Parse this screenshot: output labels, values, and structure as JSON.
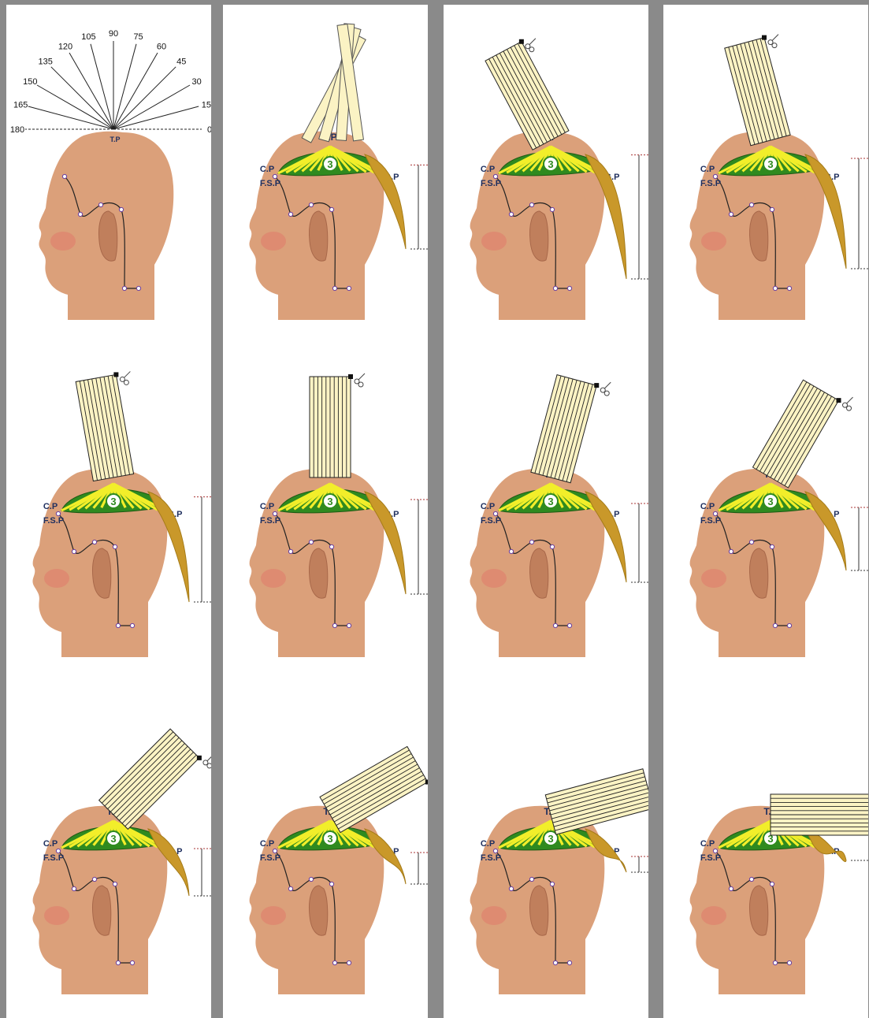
{
  "protractor": {
    "angles": [
      0,
      15,
      30,
      45,
      60,
      75,
      90,
      105,
      120,
      135,
      150,
      165,
      180
    ],
    "angle_labels": [
      "0",
      "15",
      "30",
      "45",
      "60",
      "75",
      "90",
      "105",
      "120",
      "135",
      "150",
      "165",
      "180"
    ],
    "top_label": "T.P"
  },
  "head_labels": {
    "top": "T.P",
    "front": "C.P",
    "side": "F.S.P",
    "back": "G.P",
    "section": "3"
  },
  "steps": [
    {
      "angle": 80,
      "mode": "strips"
    },
    {
      "angle": 118,
      "mode": "block"
    },
    {
      "angle": 105,
      "mode": "block"
    },
    {
      "angle": 100,
      "mode": "block"
    },
    {
      "angle": 90,
      "mode": "block"
    },
    {
      "angle": 75,
      "mode": "block"
    },
    {
      "angle": 60,
      "mode": "block"
    },
    {
      "angle": 45,
      "mode": "block"
    },
    {
      "angle": 30,
      "mode": "block"
    },
    {
      "angle": 15,
      "mode": "block"
    },
    {
      "angle": 0,
      "mode": "block"
    }
  ],
  "colors": {
    "skin": "#dba07a",
    "skin_shade": "#c07f5c",
    "cap_green": "#2f8a1f",
    "cap_yellow": "#f2ee2a",
    "hair_gold": "#c9982a",
    "strip_fill": "#fbf3c4",
    "line": "#222222",
    "label_blue": "#20305f"
  }
}
